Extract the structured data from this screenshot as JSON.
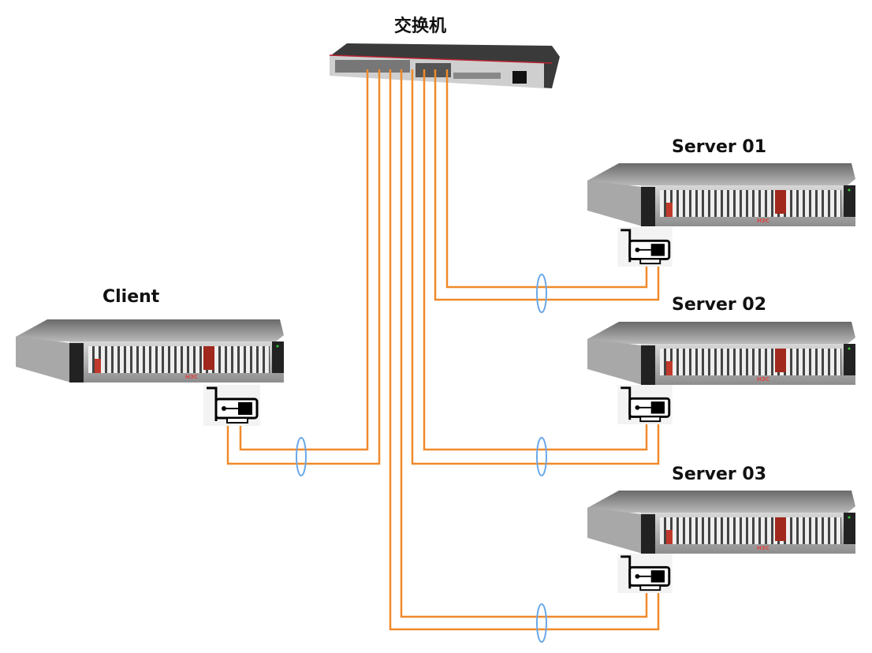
{
  "title": "交换机",
  "nodes": {
    "switch": {
      "label": "交换机"
    },
    "client": {
      "label": "Client"
    },
    "server01": {
      "label": "Server 01"
    },
    "server02": {
      "label": "Server 02"
    },
    "server03": {
      "label": "Server 03"
    }
  },
  "server_logo": "H3C",
  "colors": {
    "cable": "#f08a2a",
    "bundle": "#6aa8e8",
    "server_accent": "#c0392b"
  }
}
